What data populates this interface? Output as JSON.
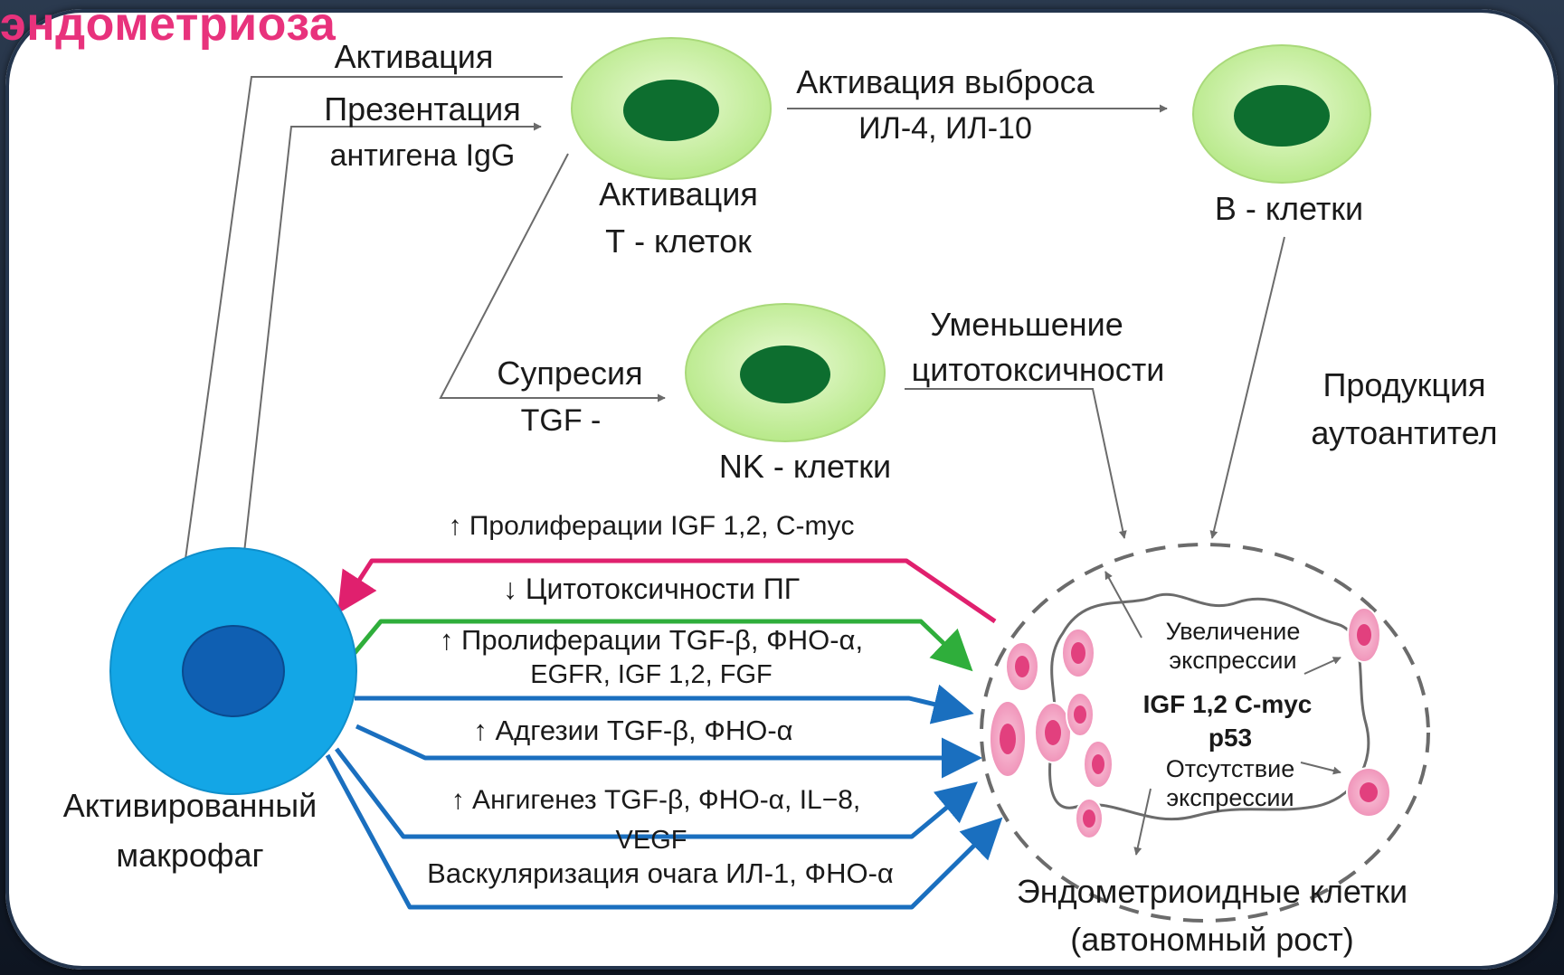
{
  "title": "эндометриоза",
  "colors": {
    "cell_outer": "#c9ef9e",
    "cell_nucleus": "#0d6e2f",
    "macrophage_outer": "#13a6e6",
    "macrophage_nucleus": "#0f5fb2",
    "arrow_pink": "#e0206e",
    "arrow_green": "#2fae3b",
    "arrow_blue": "#1a6fbf",
    "endometrial_cell": "#f5a3c3",
    "endometrial_nucleus": "#e2407e"
  },
  "labels": {
    "activation_top": "Активация",
    "presentation": "Презентация",
    "antigen": "антигена IgG",
    "t_cells_line1": "Активация",
    "t_cells_line2": "Т - клеток",
    "release_line1": "Активация выброса",
    "release_line2": "ИЛ-4, ИЛ-10",
    "b_cells": "В - клетки",
    "suppression_line1": "Супресия",
    "suppression_line2": "TGF -",
    "nk_cells": "NK - клетки",
    "decrease_line1": "Уменьшение",
    "decrease_line2": "цитотоксичности",
    "autoantibody_line1": "Продукция",
    "autoantibody_line2": "аутоантител",
    "prolif_igf": "↑ Пролиферации IGF 1,2, C-myc",
    "cytotox_pg": "↓  Цитотоксичности ПГ",
    "prolif_tgf_line1": "↑ Пролиферации TGF-β,  ФНО-α,",
    "prolif_tgf_line2": "EGFR, IGF 1,2, FGF",
    "adhesion": "↑ Адгезии TGF-β,  ФНО-α",
    "angiogenesis_line1": "↑ Ангигенез TGF-β,  ФНО-α, IL−8,",
    "angiogenesis_line2": "VEGF",
    "vascular": "Васкуляризация очага ИЛ-1, ФНО-α",
    "macrophage_line1": "Активированный",
    "macrophage_line2": "макрофаг",
    "increase_line1": "Увеличение",
    "increase_line2": "экспрессии",
    "genes_line1": "IGF 1,2    C-myc",
    "genes_line2": "p53",
    "absence_line1": "Отсутствие",
    "absence_line2": "экспрессии",
    "endo_line1": "Эндометриоидные клетки",
    "endo_line2": "(автономный рост)"
  }
}
